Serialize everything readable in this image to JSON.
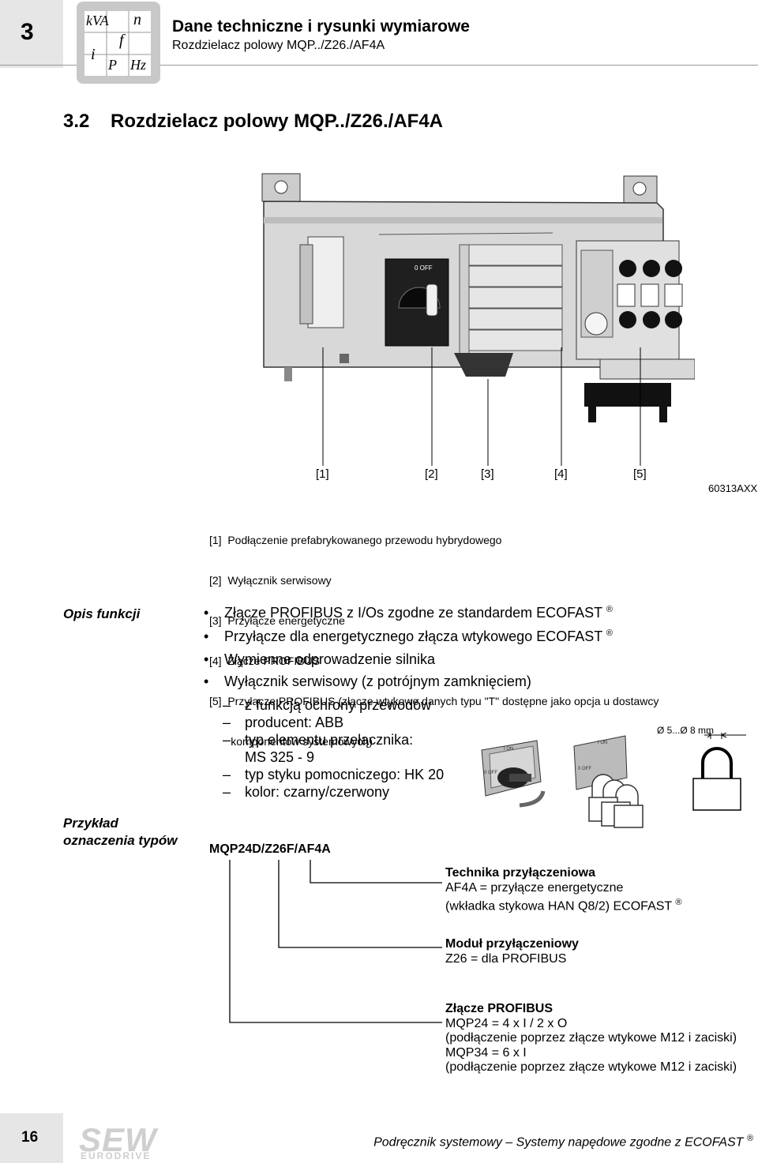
{
  "header": {
    "chapter_number": "3",
    "logo_cells": [
      "kVA",
      "n",
      "f",
      "i",
      "P",
      "Hz"
    ],
    "title": "Dane techniczne i rysunki wymiarowe",
    "subtitle": "Rozdzielacz polowy MQP../Z26./AF4A"
  },
  "section": {
    "title": "3.2    Rozdzielacz polowy MQP../Z26./AF4A"
  },
  "figure": {
    "switch_label": "0 OFF",
    "callouts": [
      "[1]",
      "[2]",
      "[3]",
      "[4]",
      "[5]"
    ],
    "figure_id": "60313AXX"
  },
  "legend": [
    "[1]  Podłączenie prefabrykowanego przewodu hybrydowego",
    "[2]  Wyłącznik serwisowy",
    "[3]  Przyłącze energetyczne",
    "[4]  Złącze PROFIBUS",
    "[5]  Przyłącze PROFIBUS (złącze wtykowe danych typu \"T\" dostępne jako opcja u dostawcy",
    "       komponentów systemowych)"
  ],
  "function_description": {
    "label": "Opis funkcji",
    "bullet_glyph": "•",
    "dash_glyph": "–",
    "registered": "®",
    "bullets": [
      "Złącze PROFIBUS z I/Os zgodne ze standardem ECOFAST",
      "Przyłącze dla energetycznego złącza wtykowego ECOFAST",
      "Wymienne odprowadzenie silnika",
      "Wyłącznik serwisowy (z potrójnym zamknięciem)"
    ],
    "sub_items": [
      "z funkcją ochrony przewodów",
      "producent: ABB",
      "typ elementu przełącznika:",
      "MS 325 - 9",
      "typ styku pomocniczego: HK 20",
      "kolor: czarny/czerwony"
    ],
    "switch_labels": {
      "on": "I ON",
      "off": "0 OFF"
    },
    "padlock_dimension": "Ø 5...Ø 8 mm"
  },
  "type_designation": {
    "label_line1": "Przykład",
    "label_line2": "oznaczenia typów",
    "code": "MQP24D/Z26F/AF4A",
    "blocks": [
      {
        "heading": "Technika przyłączeniowa",
        "lines": [
          "AF4A = przyłącze energetyczne",
          "(wkładka stykowa HAN Q8/2) ECOFAST"
        ]
      },
      {
        "heading": "Moduł przyłączeniowy",
        "lines": [
          "Z26 = dla PROFIBUS"
        ]
      },
      {
        "heading": "Złącze PROFIBUS",
        "lines": [
          "MQP24 = 4 x I / 2 x O",
          "(podłączenie poprzez złącze wtykowe M12 i zaciski)",
          "MQP34 = 6 x I",
          "(podłączenie poprzez złącze wtykowe M12 i zaciski)"
        ]
      }
    ]
  },
  "footer": {
    "page_number": "16",
    "logo_text": "SEW",
    "logo_sub": "EURODRIVE",
    "text": "Podręcznik systemowy – Systemy napędowe zgodne z ECOFAST"
  }
}
